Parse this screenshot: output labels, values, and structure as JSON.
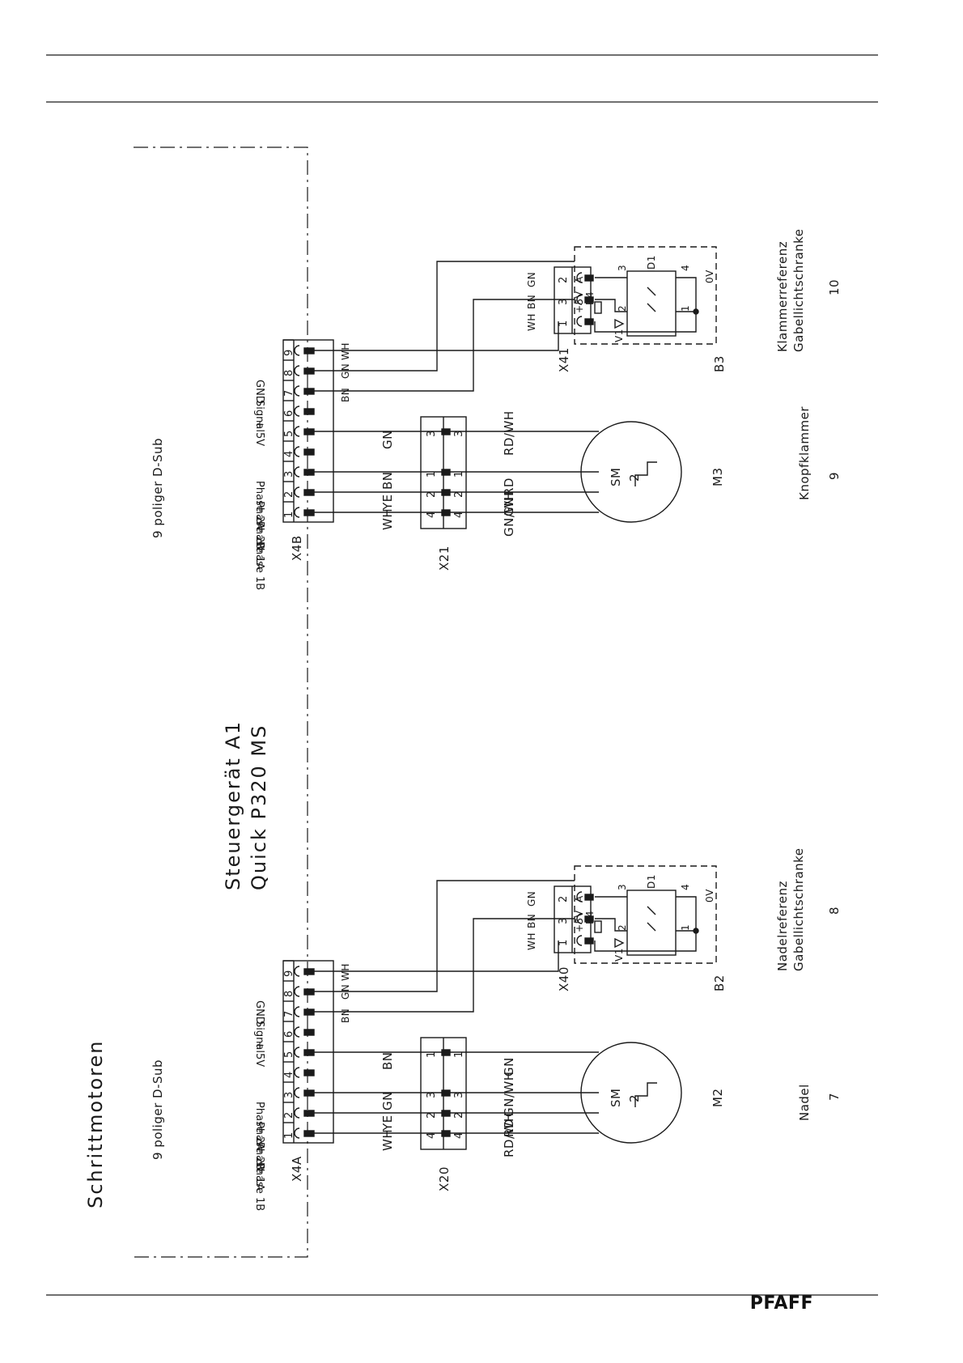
{
  "section_title": "Schrittmotoren",
  "controller": {
    "line1": "Steuergerät A1",
    "line2": "Quick P320 MS"
  },
  "dsub": {
    "label": "9 poliger D-Sub",
    "pins": [
      "1",
      "2",
      "3",
      "4",
      "5",
      "6",
      "7",
      "8",
      "9"
    ]
  },
  "dsub_signals": [
    "Phase 1B",
    "Phase 1A",
    "Phase 2B",
    "Phase 2A",
    "+ 5V",
    "Signal",
    "GND"
  ],
  "groups": [
    {
      "connector": "X4A",
      "motor_plug": "X20",
      "motor": "M2",
      "motor_symbol": "SM",
      "motor_phase": "2",
      "motor_plug_pins": [
        "4",
        "2",
        "3",
        "1"
      ],
      "motor_plug_pins_right": [
        "4",
        "2",
        "3",
        "1"
      ],
      "wires_left": [
        "WH",
        "YE",
        "GN",
        "BN"
      ],
      "wires_right": [
        "RD/WH",
        "RD",
        "GN/WH",
        "GN"
      ],
      "sensor_plug": "X40",
      "sensor_plug_pins": [
        "1",
        "3",
        "2"
      ],
      "sensor_plug_tags": [
        "+5V",
        "A"
      ],
      "sensor_wires": [
        "WH",
        "BN",
        "GN"
      ],
      "sensor_cable_wires": [
        "BN",
        "GN",
        "WH"
      ],
      "sensor": "B2",
      "sensor_parts": {
        "resistor": "R4",
        "diode": "V1",
        "coupler": "D1",
        "pins": [
          "1",
          "2",
          "3",
          "4"
        ],
        "zero": "0V"
      },
      "function_number": "7",
      "function_name": "Nadel",
      "sensor_function_number": "8",
      "sensor_function_line1": "Nadelreferenz",
      "sensor_function_line2": "Gabellichtschranke"
    },
    {
      "connector": "X4B",
      "motor_plug": "X21",
      "motor": "M3",
      "motor_symbol": "SM",
      "motor_phase": "2",
      "motor_plug_pins": [
        "4",
        "2",
        "1",
        "3"
      ],
      "motor_plug_pins_right": [
        "4",
        "2",
        "1",
        "3"
      ],
      "wires_left": [
        "WH",
        "YE",
        "BN",
        "GN"
      ],
      "wires_right": [
        "GN/WH",
        "GN",
        "RD",
        "RD/WH"
      ],
      "sensor_plug": "X41",
      "sensor_plug_pins": [
        "1",
        "3",
        "2"
      ],
      "sensor_plug_tags": [
        "+5V",
        "A"
      ],
      "sensor_wires": [
        "WH",
        "BN",
        "GN"
      ],
      "sensor_cable_wires": [
        "BN",
        "GN",
        "WH"
      ],
      "sensor": "B3",
      "sensor_parts": {
        "resistor": "R4",
        "diode": "V1",
        "coupler": "D1",
        "pins": [
          "1",
          "2",
          "3",
          "4"
        ],
        "zero": "0V"
      },
      "function_number": "9",
      "function_name": "Knopfklammer",
      "sensor_function_number": "10",
      "sensor_function_line1": "Klammerreferenz",
      "sensor_function_line2": "Gabellichtschranke"
    }
  ],
  "brand": "PFAFF"
}
